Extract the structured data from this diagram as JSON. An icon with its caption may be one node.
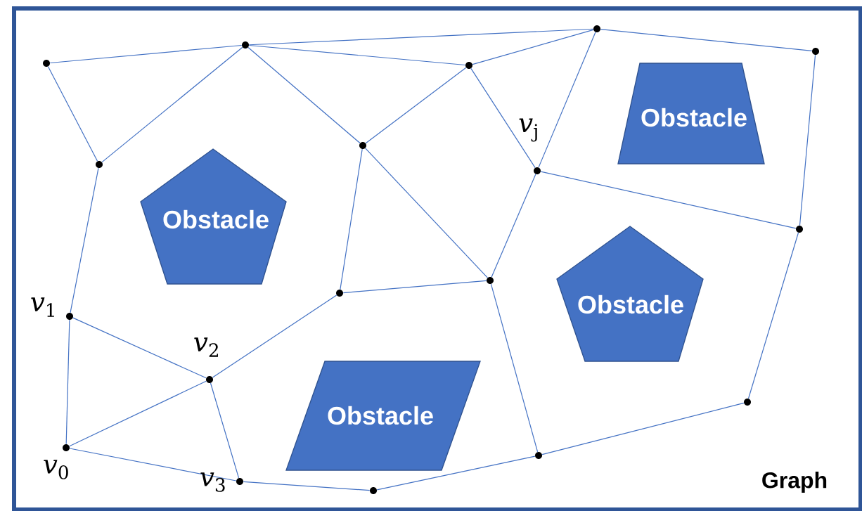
{
  "diagram": {
    "nodes": [
      {
        "text": [],
        "shape": "circle"
      },
      {
        "text": [],
        "shape": "circle"
      },
      {
        "text": [],
        "shape": "circle"
      },
      {
        "text": [],
        "shape": "circle"
      },
      {
        "text": [],
        "shape": "circle"
      },
      {
        "text": [
          "Obstacle"
        ]
      },
      {
        "text": [],
        "shape": "circle"
      },
      {
        "text": [],
        "shape": "circle"
      },
      {
        "text": [],
        "shape": "circle",
        "beside": [
          "*v*$_{j}$"
        ]
      },
      {
        "text": [
          "Obstacle"
        ]
      },
      {
        "text": [],
        "shape": "circle"
      },
      {
        "text": [
          "Obstacle"
        ]
      },
      {
        "text": [],
        "shape": "circle"
      },
      {
        "text": [],
        "shape": "circle"
      },
      {
        "text": [],
        "shape": "circle",
        "beside": [
          "*v*$_{1}$"
        ]
      },
      {
        "text": [
          "Obstacle"
        ]
      },
      {
        "text": [],
        "shape": "circle",
        "beside": [
          "*v*$_{2}$"
        ]
      },
      {
        "text": [],
        "shape": "circle"
      },
      {
        "text": [],
        "shape": "circle",
        "beside": [
          "*v*$_{0}$"
        ]
      },
      {
        "text": [],
        "shape": "circle"
      },
      {
        "text": [],
        "shape": "circle",
        "beside": [
          "*v*$_{3}$"
        ]
      },
      {
        "text": [],
        "shape": "circle"
      }
    ],
    "edges": [
      {
        "from": 3,
        "to": 1,
        "arrow": "none"
      },
      {
        "from": 3,
        "to": 7,
        "arrow": "none"
      },
      {
        "from": 7,
        "to": 1,
        "arrow": "none"
      },
      {
        "from": 1,
        "to": 0,
        "arrow": "none"
      },
      {
        "from": 1,
        "to": 4,
        "arrow": "none"
      },
      {
        "from": 1,
        "to": 6,
        "arrow": "none"
      },
      {
        "from": 4,
        "to": 0,
        "arrow": "none"
      },
      {
        "from": 6,
        "to": 4,
        "arrow": "none"
      },
      {
        "from": 4,
        "to": 8,
        "arrow": "none"
      },
      {
        "from": 0,
        "to": 8,
        "arrow": "none"
      },
      {
        "from": 0,
        "to": 2,
        "arrow": "none"
      },
      {
        "from": 2,
        "to": 10,
        "arrow": "none"
      },
      {
        "from": 8,
        "to": 10,
        "arrow": "none"
      },
      {
        "from": 8,
        "to": 12,
        "arrow": "none"
      },
      {
        "from": 6,
        "to": 12,
        "arrow": "none"
      },
      {
        "from": 6,
        "to": 13,
        "arrow": "none"
      },
      {
        "from": 10,
        "to": 17,
        "arrow": "none"
      },
      {
        "from": 12,
        "to": 13,
        "arrow": "none"
      },
      {
        "from": 12,
        "to": 19,
        "arrow": "none"
      },
      {
        "from": 13,
        "to": 16,
        "arrow": "none"
      },
      {
        "from": 7,
        "to": 14,
        "arrow": "none"
      },
      {
        "from": 14,
        "to": 16,
        "arrow": "none"
      },
      {
        "from": 14,
        "to": 18,
        "arrow": "none"
      },
      {
        "from": 16,
        "to": 18,
        "arrow": "none"
      },
      {
        "from": 16,
        "to": 20,
        "arrow": "none"
      },
      {
        "from": 18,
        "to": 20,
        "arrow": "none"
      },
      {
        "from": 20,
        "to": 21,
        "arrow": "none"
      },
      {
        "from": 21,
        "to": 19,
        "arrow": "none"
      },
      {
        "from": 19,
        "to": 17,
        "arrow": "none"
      }
    ],
    "labels": [
      "Graph"
    ]
  }
}
